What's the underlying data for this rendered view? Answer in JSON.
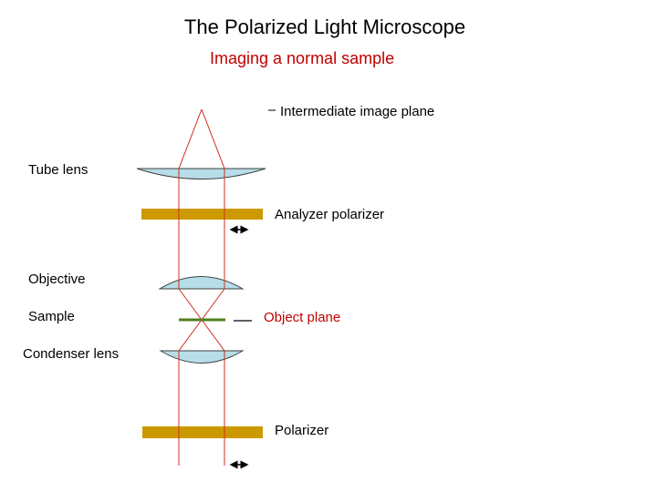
{
  "title": "The Polarized Light Microscope",
  "subtitle": "Imaging a normal sample",
  "labels": {
    "intermediate_image_plane": "Intermediate image plane",
    "tube_lens": "Tube lens",
    "analyzer_polarizer": "Analyzer polarizer",
    "objective": "Objective",
    "sample": "Sample",
    "object_plane": "Object plane",
    "condenser_lens": "Condenser lens",
    "polarizer": "Polarizer"
  },
  "colors": {
    "subtitle": "#c00000",
    "object_plane_label": "#c00000",
    "ray": "#d03020",
    "lens_fill": "#b7dde8",
    "lens_stroke": "#404040",
    "polarizer_fill": "#cc9900",
    "sample_line": "#4f7f1f",
    "arrow": "#000000"
  },
  "icons": {
    "polarization_arrow": "double-headed-arrow-icon"
  }
}
